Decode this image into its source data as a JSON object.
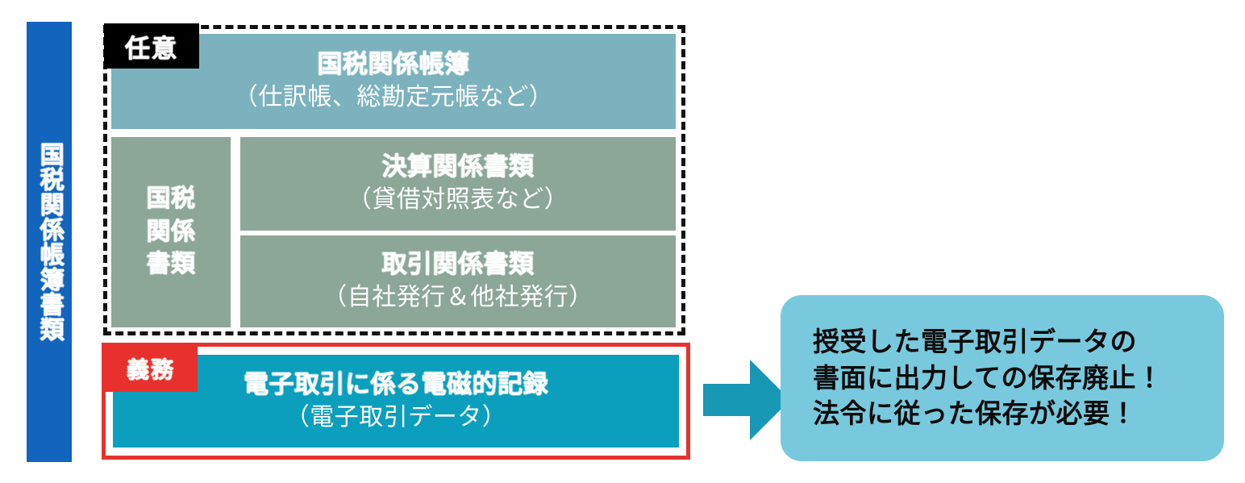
{
  "diagram": {
    "spine": {
      "label": "国税関係帳簿書類",
      "color": "#1364BD"
    },
    "frame": {
      "name": "optional-group-dashed-frame",
      "border_color": "#111111",
      "border_style": "dashed"
    },
    "badges": [
      {
        "id": "nin-i",
        "label": "任意",
        "background": "#000000",
        "text_color": "#FFFFFF"
      },
      {
        "id": "gimu",
        "label": "義務",
        "background": "#E8312E",
        "text_color": "#FFFFFF"
      }
    ],
    "boxes": {
      "chobo": {
        "title": "国税関係帳簿",
        "subtitle": "（仕訳帳、総勘定元帳など）",
        "color": "#7CB2BE"
      },
      "shorui_stub": {
        "title": "国税\n関係\n書類",
        "line1": "国税",
        "line2": "関係",
        "line3": "書類",
        "color": "#8CA698"
      },
      "kessan": {
        "title": "決算関係書類",
        "subtitle": "（貸借対照表など）",
        "color": "#8CA698"
      },
      "torihiki": {
        "title": "取引関係書類",
        "subtitle": "（自社発行＆他社発行）",
        "color": "#8CA698"
      },
      "denshi": {
        "title": "電子取引に係る電磁的記録",
        "subtitle": "（電子取引データ）",
        "color": "#0B9FBD",
        "outline_color": "#E8312E"
      }
    },
    "arrow": {
      "name": "right-arrow-icon",
      "color": "#1798B5",
      "direction": "right"
    },
    "callout": {
      "background": "#78C9DD",
      "text_color": "#0B0B0B",
      "lines": [
        "授受した電子取引データの",
        "書面に出力しての保存廃止！",
        "法令に従った保存が必要！"
      ]
    }
  }
}
